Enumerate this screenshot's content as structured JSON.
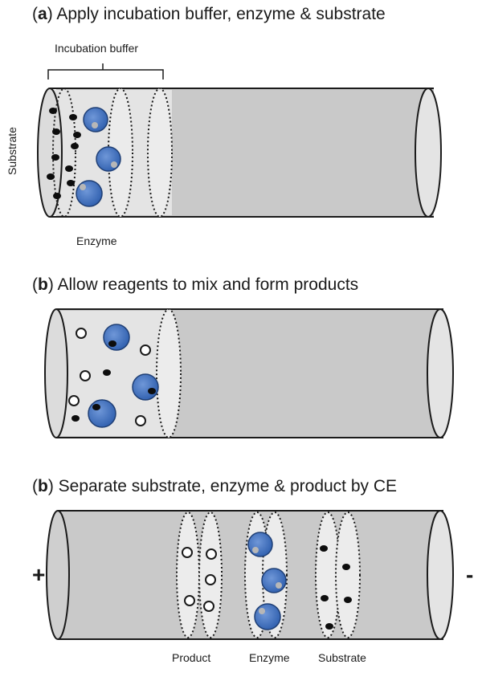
{
  "panels": {
    "a": {
      "letter": "a",
      "title": "Apply incubation buffer, enzyme & substrate",
      "buffer_label": "Incubation buffer",
      "substrate_label": "Substrate",
      "enzyme_label": "Enzyme"
    },
    "b": {
      "letter": "b",
      "title": "Allow reagents to mix and form products"
    },
    "c": {
      "letter": "b",
      "title": "Separate substrate, enzyme & product by CE",
      "plus": "+",
      "minus": "-",
      "product_label": "Product",
      "enzyme_label": "Enzyme",
      "substrate_label": "Substrate"
    }
  },
  "colors": {
    "tube": "#c9c9c9",
    "tube_light": "#e2e2e2",
    "enzyme": "#4a78c2",
    "enzyme_dark": "#2f4f8a",
    "substrate": "#0d0d0d"
  }
}
